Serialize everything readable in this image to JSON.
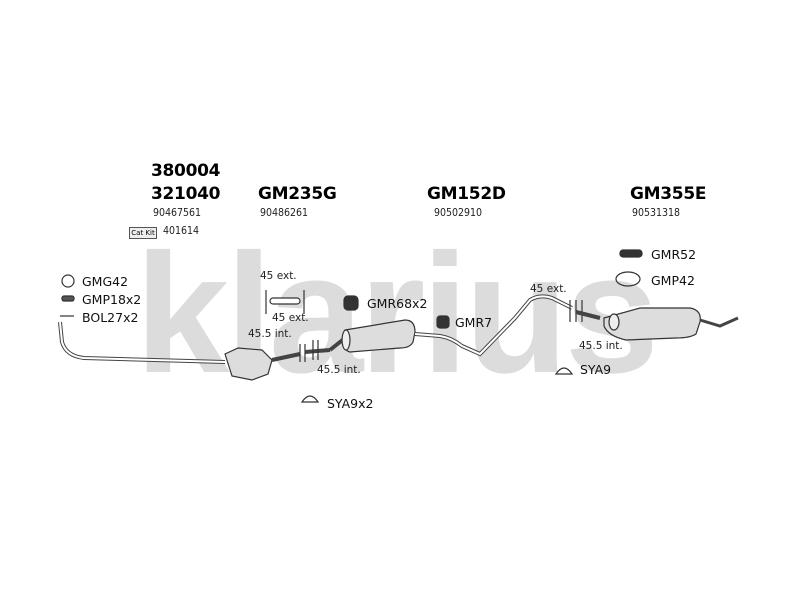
{
  "watermark": {
    "text": "klarius",
    "color": "#d9d9d9"
  },
  "parts": {
    "p1": {
      "numbers": [
        "380004",
        "321040"
      ],
      "oe": "90467561"
    },
    "p2": {
      "number": "GM235G",
      "oe": "90486261"
    },
    "p3": {
      "number": "GM152D",
      "oe": "90502910"
    },
    "p4": {
      "number": "GM355E",
      "oe": "90531318"
    }
  },
  "cat_kit": {
    "badge": "Cat Kit",
    "number": "401614"
  },
  "fittings": {
    "left": [
      "GMG42",
      "GMP18x2",
      "BOL27x2"
    ],
    "gmr68": "GMR68x2",
    "gmr7": "GMR7",
    "sya9x2": "SYA9x2",
    "sya9": "SYA9",
    "gmr52": "GMR52",
    "gmp42": "GMP42"
  },
  "dimensions": {
    "ext45_a": "45 ext.",
    "ext45_b": "45 ext.",
    "int455_a": "45.5 int.",
    "int455_b": "45.5 int.",
    "ext45_c": "45 ext.",
    "int455_c": "45.5 int."
  }
}
